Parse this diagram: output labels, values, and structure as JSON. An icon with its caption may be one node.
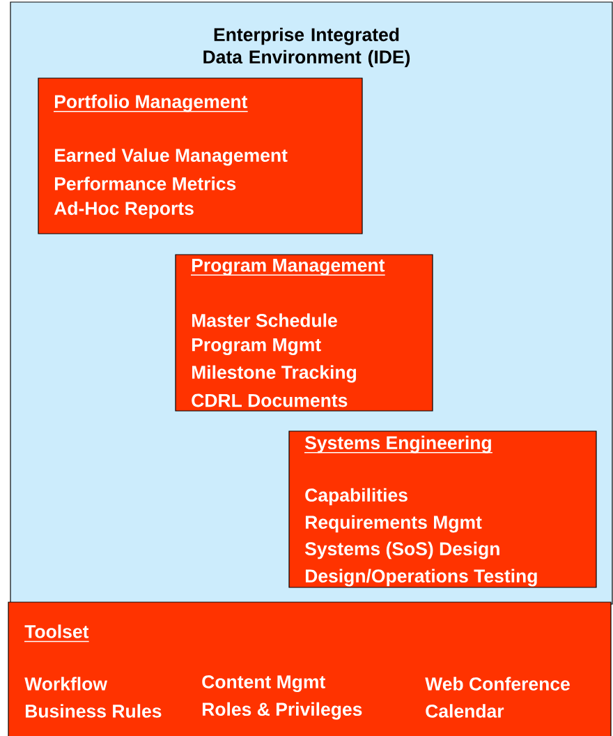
{
  "diagram": {
    "nodes": [
      {
        "text": [
          "Enterprise Integrated Data Environment (IDE)"
        ]
      },
      {
        "text": [
          "Portfolio Management",
          "Earned Value Management",
          "Performance Metrics",
          "Ad-Hoc Reports"
        ],
        "in": 0
      },
      {
        "text": [
          "Program Management",
          "Master Schedule",
          "Program Mgmt",
          "Milestone Tracking",
          "CDRL Documents"
        ],
        "in": 0
      },
      {
        "text": [
          "Systems Engineering",
          "Capabilities",
          "Requirements Mgmt",
          "Systems (SoS) Design",
          "Design/Operations Testing"
        ],
        "in": 0
      },
      {
        "text": [
          "Toolset",
          "Workflow",
          "Business Rules",
          "Content Mgmt",
          "Roles & Privileges",
          "Web Conference",
          "Calendar"
        ]
      }
    ],
    "edges": []
  }
}
